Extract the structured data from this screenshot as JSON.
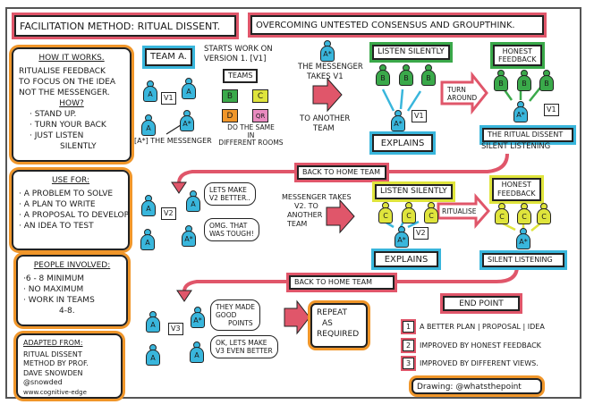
{
  "title": "Facilitation Method: Ritual Dissent.",
  "subtitle": "Overcoming untested consensus and groupthink.",
  "how": {
    "heading": "How it works.",
    "lines": [
      "Ritualise feedback",
      "to focus on the idea",
      "not the messenger.",
      "How?",
      "· Stand up.",
      "· Turn your back",
      "· Just listen",
      "silently"
    ]
  },
  "use": {
    "heading": "Use for:",
    "lines": [
      "· A problem to solve",
      "· A plan to write",
      "· A proposal to develop.",
      "· An idea to test"
    ]
  },
  "people": {
    "heading": "People involved:",
    "lines": [
      "·6 - 8 minimum",
      "· No maximum",
      "· Work in teams",
      "4-8."
    ]
  },
  "adapted": {
    "heading": "Adapted from:",
    "lines": [
      "Ritual dissent",
      "method by Prof.",
      "Dave Snowden",
      "@snowded",
      "www.cognitive-edge"
    ]
  },
  "team_a": {
    "label": "Team A.",
    "starts": [
      "Starts work on",
      "Version 1. [V1]"
    ],
    "teams_label": "Teams",
    "teams": [
      "B",
      "C",
      "D",
      "QR"
    ],
    "same": [
      "Do the same",
      "in",
      "different rooms"
    ],
    "messenger": "[A*] The messenger",
    "v1": "V1"
  },
  "step1": {
    "messenger_text": [
      "The messenger",
      "takes V1"
    ],
    "to_another": [
      "To another",
      "team"
    ],
    "listen": "Listen silently",
    "explains": "Explains",
    "turn": [
      "Turn",
      "around"
    ],
    "honest": [
      "Honest",
      "feedback"
    ],
    "ritual": "The ritual dissent",
    "silent": "Silent listening",
    "v1": "V1"
  },
  "back1": "Back to home team",
  "step2": {
    "v2": "V2",
    "bubble1": [
      "Lets make",
      "V2 better.."
    ],
    "bubble2": [
      "OMG. That",
      "was tough!"
    ],
    "messenger_text": [
      "Messenger takes",
      "V2. To",
      "another",
      "team"
    ],
    "listen": "Listen silently",
    "explains": "Explains",
    "ritualise": "Ritualise",
    "honest": [
      "Honest",
      "feedback"
    ],
    "silent": "Silent listening"
  },
  "back2": "Back to home team",
  "step3": {
    "v3": "V3",
    "bubble1": [
      "They made",
      "good",
      "points"
    ],
    "bubble2": [
      "Ok, lets make",
      "V3 even better"
    ],
    "repeat": [
      "Repeat",
      "as",
      "required"
    ]
  },
  "end": {
    "heading": "End point",
    "items": [
      {
        "n": "1",
        "text": "A better plan | proposal | idea"
      },
      {
        "n": "2",
        "text": "Improved by honest feedback"
      },
      {
        "n": "3",
        "text": "Improved by different views."
      }
    ]
  },
  "credit": "Drawing: @whatsthepoint",
  "people_letters": {
    "a": "A",
    "astar": "A*",
    "b": "B",
    "c": "C"
  },
  "colors": {
    "red": "#e0566a",
    "orange": "#f0962a",
    "cyan": "#39b6dc",
    "green": "#3aa94a",
    "yellow": "#dfe43c",
    "pink": "#e98bc0"
  }
}
